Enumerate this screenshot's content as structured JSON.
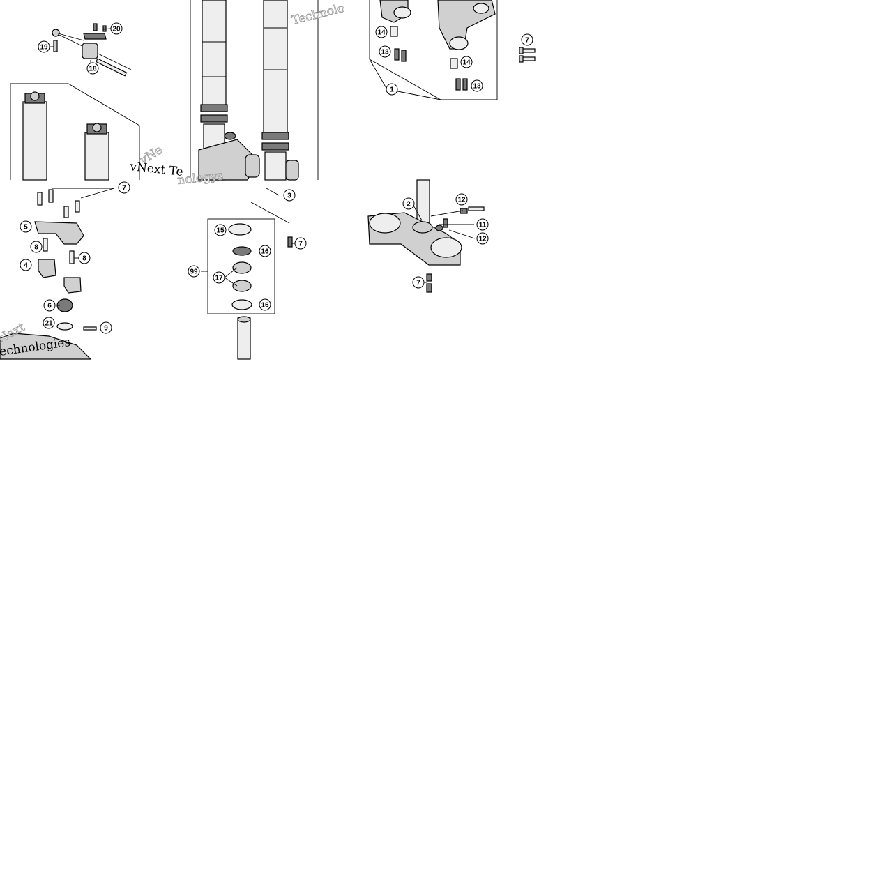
{
  "callouts": [
    {
      "label": "20"
    },
    {
      "label": "19"
    },
    {
      "label": "18"
    },
    {
      "label": "7"
    },
    {
      "label": "5"
    },
    {
      "label": "8"
    },
    {
      "label": "8"
    },
    {
      "label": "4"
    },
    {
      "label": "6"
    },
    {
      "label": "21"
    },
    {
      "label": "9"
    },
    {
      "label": "3"
    },
    {
      "label": "7"
    },
    {
      "label": "15"
    },
    {
      "label": "16"
    },
    {
      "label": "99"
    },
    {
      "label": "17"
    },
    {
      "label": "16"
    },
    {
      "label": "14"
    },
    {
      "label": "13"
    },
    {
      "label": "14"
    },
    {
      "label": "13"
    },
    {
      "label": "1"
    },
    {
      "label": "7"
    },
    {
      "label": "12"
    },
    {
      "label": "2"
    },
    {
      "label": "11"
    },
    {
      "label": "12"
    },
    {
      "label": "7"
    }
  ],
  "watermarks": [
    {
      "text": "vNext Te"
    },
    {
      "text": "Technolo"
    },
    {
      "text": "vNe"
    },
    {
      "text": "nologys"
    },
    {
      "text": "Next"
    },
    {
      "text": "echnologies"
    }
  ]
}
